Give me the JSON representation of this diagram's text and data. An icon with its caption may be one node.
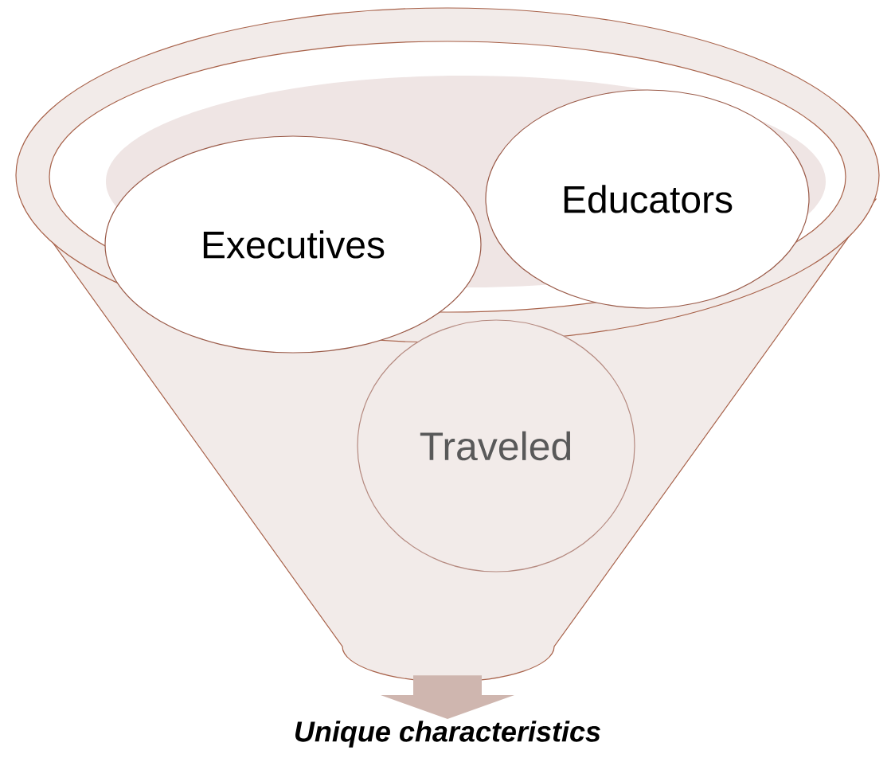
{
  "diagram": {
    "nodes": [
      {
        "text": [],
        "shape": "funnel"
      },
      {
        "text": [
          "Executives"
        ]
      },
      {
        "text": [
          "Educators"
        ]
      },
      {
        "text": [
          "Traveled"
        ],
        "in": 0
      },
      {
        "text": [
          "Unique characteristics"
        ]
      }
    ],
    "edges": [
      {
        "from": 0,
        "to": 4,
        "arrow": "to"
      }
    ]
  }
}
